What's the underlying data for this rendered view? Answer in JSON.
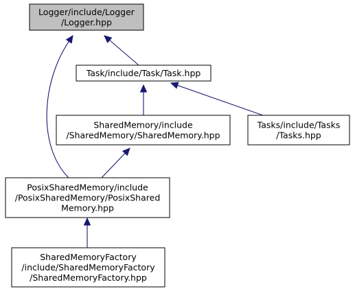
{
  "colors": {
    "highlight_fill": "#bfbfbf",
    "node_fill": "#ffffff",
    "node_border": "#000000",
    "edge": "#191970"
  },
  "nodes": [
    {
      "id": "logger",
      "lines": [
        "Logger/include/Logger",
        "/Logger.hpp"
      ],
      "highlighted": true
    },
    {
      "id": "task",
      "lines": [
        "Task/include/Task/Task.hpp"
      ],
      "highlighted": false
    },
    {
      "id": "shared-memory",
      "lines": [
        "SharedMemory/include",
        "/SharedMemory/SharedMemory.hpp"
      ],
      "highlighted": false
    },
    {
      "id": "tasks",
      "lines": [
        "Tasks/include/Tasks",
        "/Tasks.hpp"
      ],
      "highlighted": false
    },
    {
      "id": "posix-shared-memory",
      "lines": [
        "PosixSharedMemory/include",
        "/PosixSharedMemory/PosixShared",
        "Memory.hpp"
      ],
      "highlighted": false
    },
    {
      "id": "shared-memory-factory",
      "lines": [
        "SharedMemoryFactory",
        "/include/SharedMemoryFactory",
        "/SharedMemoryFactory.hpp"
      ],
      "highlighted": false
    }
  ],
  "edges": [
    {
      "from": "task",
      "to": "logger"
    },
    {
      "from": "posix-shared-memory",
      "to": "logger"
    },
    {
      "from": "shared-memory",
      "to": "task"
    },
    {
      "from": "tasks",
      "to": "task"
    },
    {
      "from": "posix-shared-memory",
      "to": "shared-memory"
    },
    {
      "from": "shared-memory-factory",
      "to": "posix-shared-memory"
    }
  ]
}
